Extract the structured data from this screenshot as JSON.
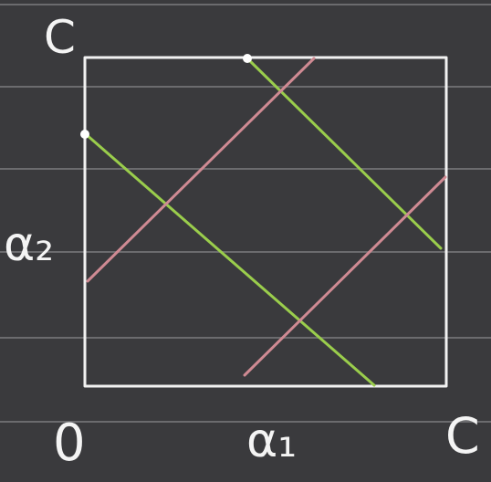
{
  "labels": {
    "corner_top_left": "C",
    "origin": "0",
    "corner_bottom_right": "C",
    "x_axis": "α₁",
    "y_axis": "α₂"
  },
  "colors": {
    "background": "#3a3a3d",
    "ruled_line": "#6b6b6e",
    "square": "#f2f2f2",
    "green_lines": "#9acd4c",
    "pink_lines": "#cf8a93",
    "text": "#f4f4f4"
  }
}
